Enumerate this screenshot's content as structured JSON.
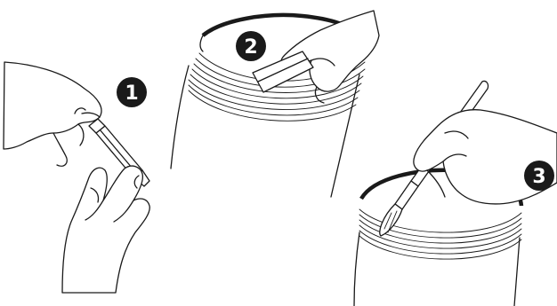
{
  "steps": [
    {
      "number": "1"
    },
    {
      "number": "2"
    },
    {
      "number": "3"
    }
  ],
  "colors": {
    "ink": "#1a1a1a",
    "paper": "#ffffff"
  }
}
